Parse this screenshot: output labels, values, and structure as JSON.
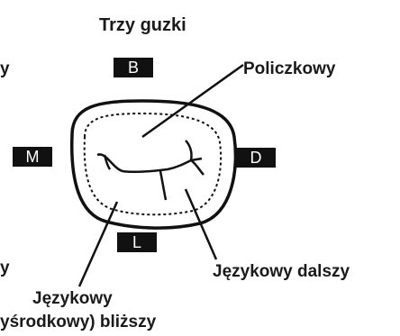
{
  "title": "Trzy guzki",
  "badges": {
    "buccal": "B",
    "mesial": "M",
    "distal": "D",
    "lingual": "L"
  },
  "labels": {
    "left_top_fragment": "y",
    "left_bottom_fragment": "y",
    "buccal_cusp": "Policzkowy",
    "lingual_distal_cusp": "Językowy dalszy",
    "lingual_mesial_cusp_line1": "Językowy",
    "lingual_mesial_cusp_line2": "yśrodkowy) bliższy"
  }
}
